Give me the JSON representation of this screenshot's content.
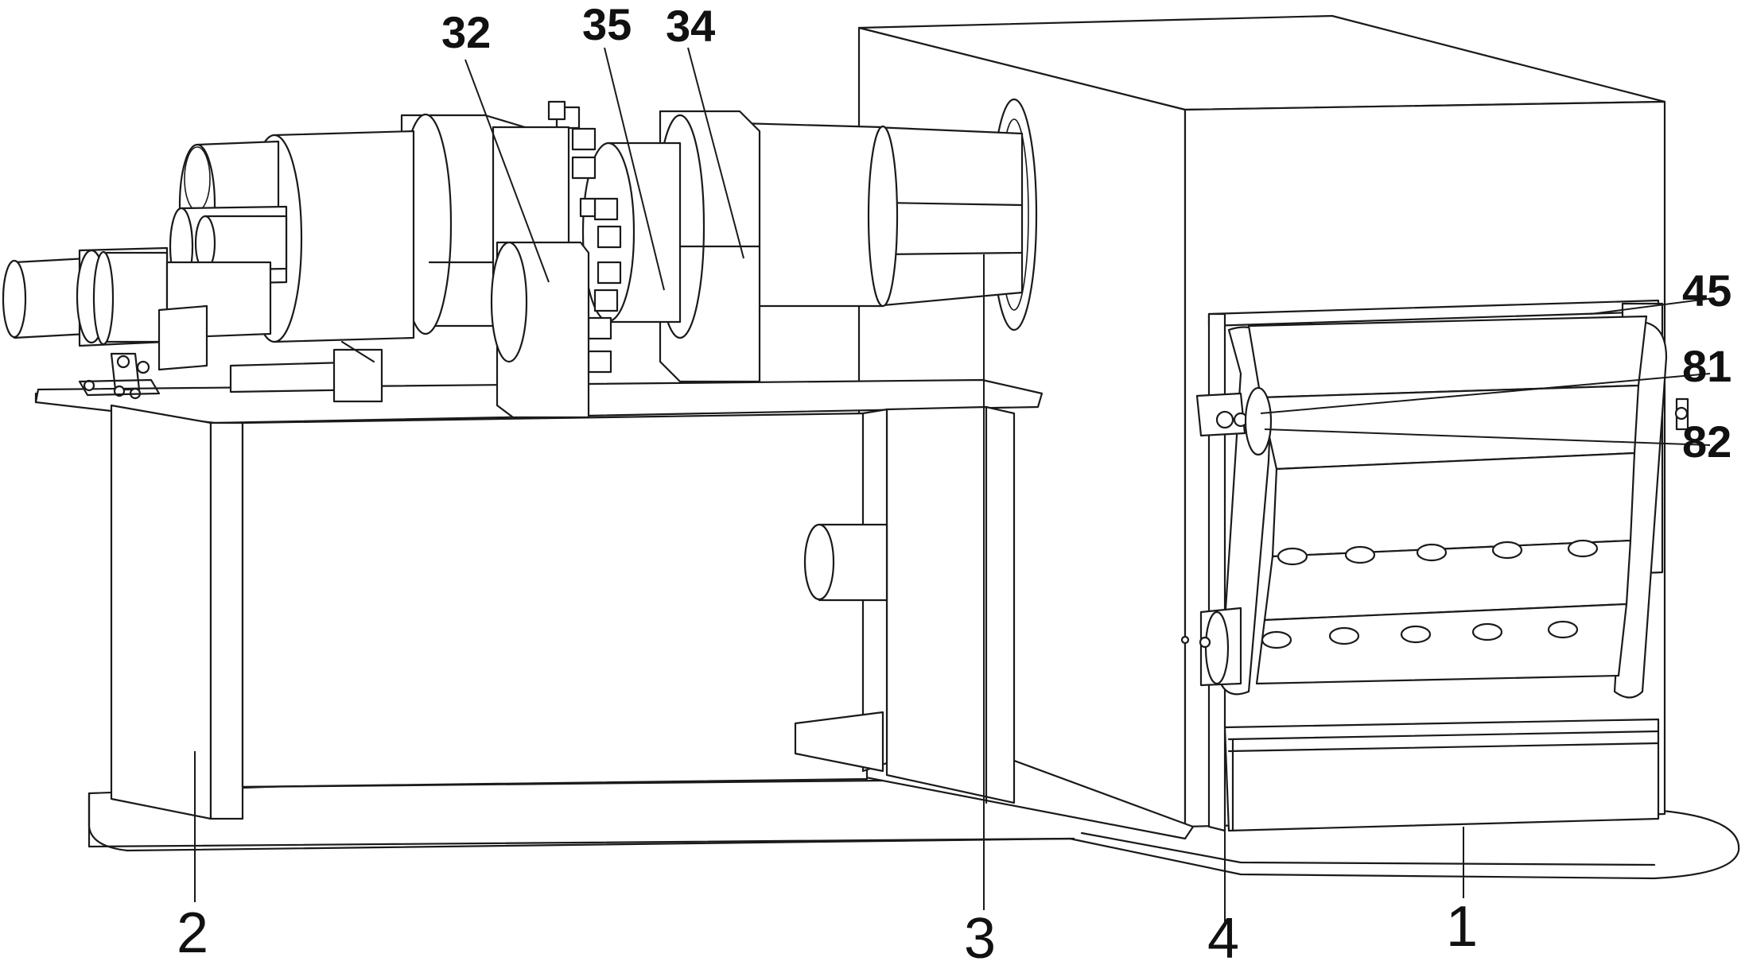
{
  "figure": {
    "callouts": [
      {
        "id": "c32",
        "text": "32"
      },
      {
        "id": "c35",
        "text": "35"
      },
      {
        "id": "c34",
        "text": "34"
      },
      {
        "id": "c45",
        "text": "45"
      },
      {
        "id": "c81",
        "text": "81"
      },
      {
        "id": "c82",
        "text": "82"
      },
      {
        "id": "c2",
        "text": "2"
      },
      {
        "id": "c3",
        "text": "3"
      },
      {
        "id": "c4",
        "text": "4"
      },
      {
        "id": "c1",
        "text": "1"
      }
    ]
  }
}
